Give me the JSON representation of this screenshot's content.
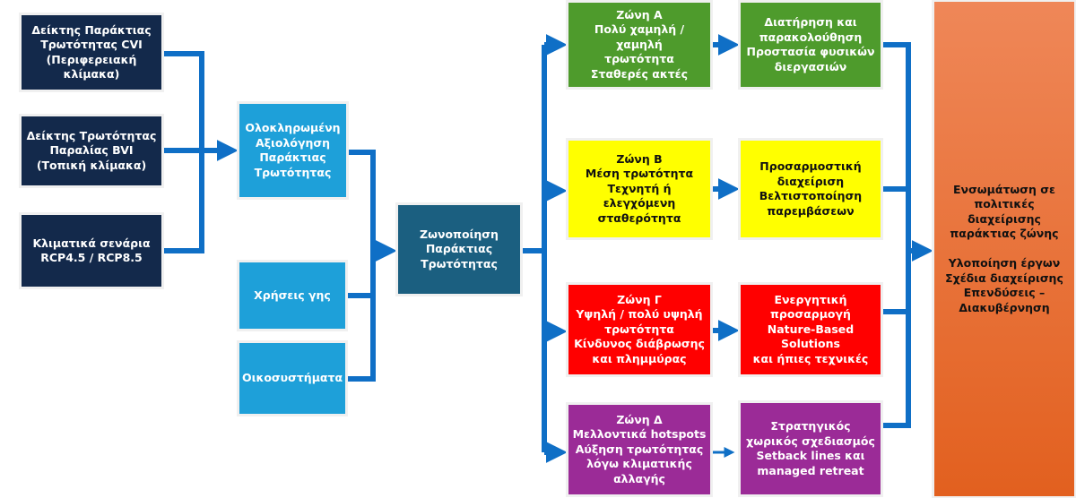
{
  "inputs": [
    {
      "text": "Δείκτης Παράκτιας\nΤρωτότητας CVI\n(Περιφερειακή\nκλίμακα)"
    },
    {
      "text": "Δείκτης Τρωτότητας\nΠαραλίας BVI\n(Τοπική κλίμακα)"
    },
    {
      "text": "Κλιματικά σενάρια\nRCP4.5 / RCP8.5"
    }
  ],
  "assessment": {
    "text": "Ολοκληρωμένη\nΑξιολόγηση\nΠαράκτιας\nΤρωτότητας"
  },
  "land_use": {
    "text": "Χρήσεις γης"
  },
  "ecosystems": {
    "text": "Οικοσυστήματα"
  },
  "zoning": {
    "text": "Ζωνοποίηση\nΠαράκτιας\nΤρωτότητας"
  },
  "zones": [
    {
      "text": "Ζώνη Α\nΠολύ χαμηλή /\nχαμηλή\nτρωτότητα\nΣταθερές ακτές",
      "color": "#4e9b2c"
    },
    {
      "text": "Ζώνη Β\nΜέση τρωτότητα\nΤεχνητή ή ελεγχόμενη\nσταθερότητα",
      "color": "#ffff00"
    },
    {
      "text": "Ζώνη Γ\nΥψηλή / πολύ υψηλή\nτρωτότητα\nΚίνδυνος διάβρωσης\nκαι πλημμύρας",
      "color": "#ff0000"
    },
    {
      "text": "Ζώνη Δ\nΜελλοντικά hotspots\nΑύξηση τρωτότητας\nλόγω κλιματικής\nαλλαγής",
      "color": "#9b2b97"
    }
  ],
  "actions": [
    {
      "text": "Διατήρηση και\nπαρακολούθηση\nΠροστασία φυσικών\nδιεργασιών"
    },
    {
      "text": "Προσαρμοστική\nδιαχείριση\nΒελτιστοποίηση\nπαρεμβάσεων"
    },
    {
      "text": "Ενεργητική\nπροσαρμογή\nNature-Based\nSolutions\nκαι ήπιες τεχνικές"
    },
    {
      "text": "Στρατηγικός\nχωρικός σχεδιασμός\nSetback lines και\nmanaged retreat"
    }
  ],
  "outcome": {
    "text": "Ενσωμάτωση σε\nπολιτικές διαχείρισης\nπαράκτιας ζώνης\n\nΥλοποίηση έργων\nΣχέδια διαχείρισης\nΕπενδύσεις –\nΔιακυβέρνηση"
  },
  "colors": {
    "connector": "#0f6fc6",
    "orange": "#e86a2c"
  }
}
